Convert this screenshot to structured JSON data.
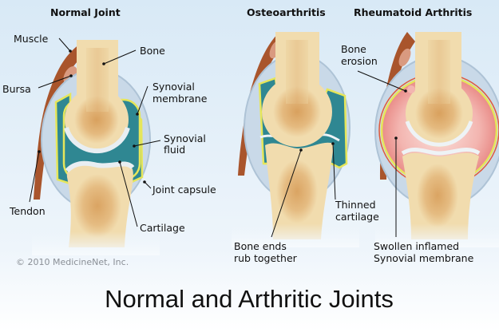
{
  "title": "Normal and Arthritic Joints",
  "copyright": "© 2010 MedicineNet, Inc.",
  "panels": {
    "normal": {
      "heading": "Normal Joint",
      "labels": {
        "muscle": "Muscle",
        "bone": "Bone",
        "bursa": "Bursa",
        "synovial_membrane": [
          "Synovial",
          "membrane"
        ],
        "synovial_fluid": [
          "Synovial",
          "fluid"
        ],
        "joint_capsule": "Joint capsule",
        "tendon": "Tendon",
        "cartilage": "Cartilage"
      }
    },
    "osteoarthritis": {
      "heading": "Osteoarthritis",
      "labels": {
        "thinned_cartilage": [
          "Thinned",
          "cartilage"
        ],
        "bone_ends": [
          "Bone ends",
          "rub together"
        ]
      }
    },
    "rheumatoid": {
      "heading": "Rheumatoid Arthritis",
      "labels": {
        "bone_erosion": [
          "Bone",
          "erosion"
        ],
        "swollen_membrane": [
          "Swollen inflamed",
          "Synovial membrane"
        ]
      }
    }
  },
  "colors": {
    "bone": "#f1dcae",
    "marrow": "#d9a260",
    "synovial_fluid": "#2f8792",
    "membrane": "#e6e65a",
    "inflamed": "#ef9f9c",
    "muscle": "#a9552c",
    "capsule": "#c9d9e8"
  }
}
